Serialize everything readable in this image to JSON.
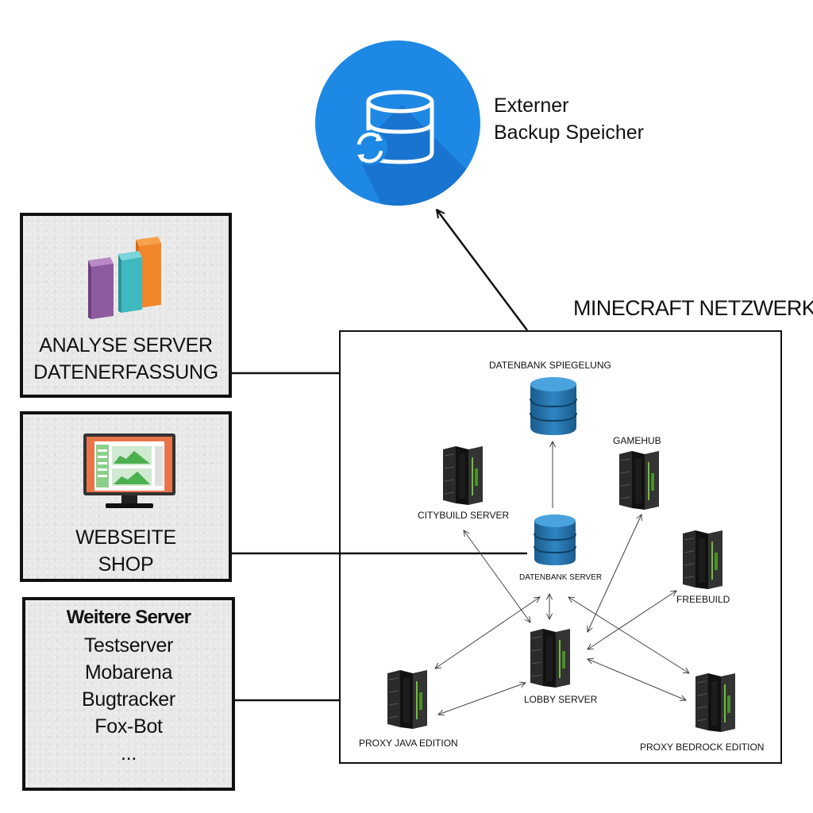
{
  "backup": {
    "line1": "Externer",
    "line2": "Backup Speicher",
    "icon": "database-backup-icon",
    "color": "#1e88e5"
  },
  "analyse_box": {
    "line1": "ANALYSE SERVER",
    "line2": "DATENERFASSUNG",
    "icon": "bar-chart-icon"
  },
  "webseite_box": {
    "line1": "WEBSEITE",
    "line2": "SHOP",
    "icon": "monitor-website-icon"
  },
  "weitere_box": {
    "title": "Weitere Server",
    "items": [
      "Testserver",
      "Mobarena",
      "Bugtracker",
      "Fox-Bot",
      "..."
    ]
  },
  "netzwerk": {
    "title": "MINECRAFT NETZWERK",
    "nodes": {
      "db_mirror": "DATENBANK SPIEGELUNG",
      "db_server": "DATENBANK SERVER",
      "citybuild": "CITYBUILD SERVER",
      "gamehub": "GAMEHUB",
      "freebuild": "FREEBUILD",
      "lobby": "LOBBY SERVER",
      "proxy_java": "PROXY JAVA EDITION",
      "proxy_bedrock": "PROXY BEDROCK EDITION"
    }
  }
}
